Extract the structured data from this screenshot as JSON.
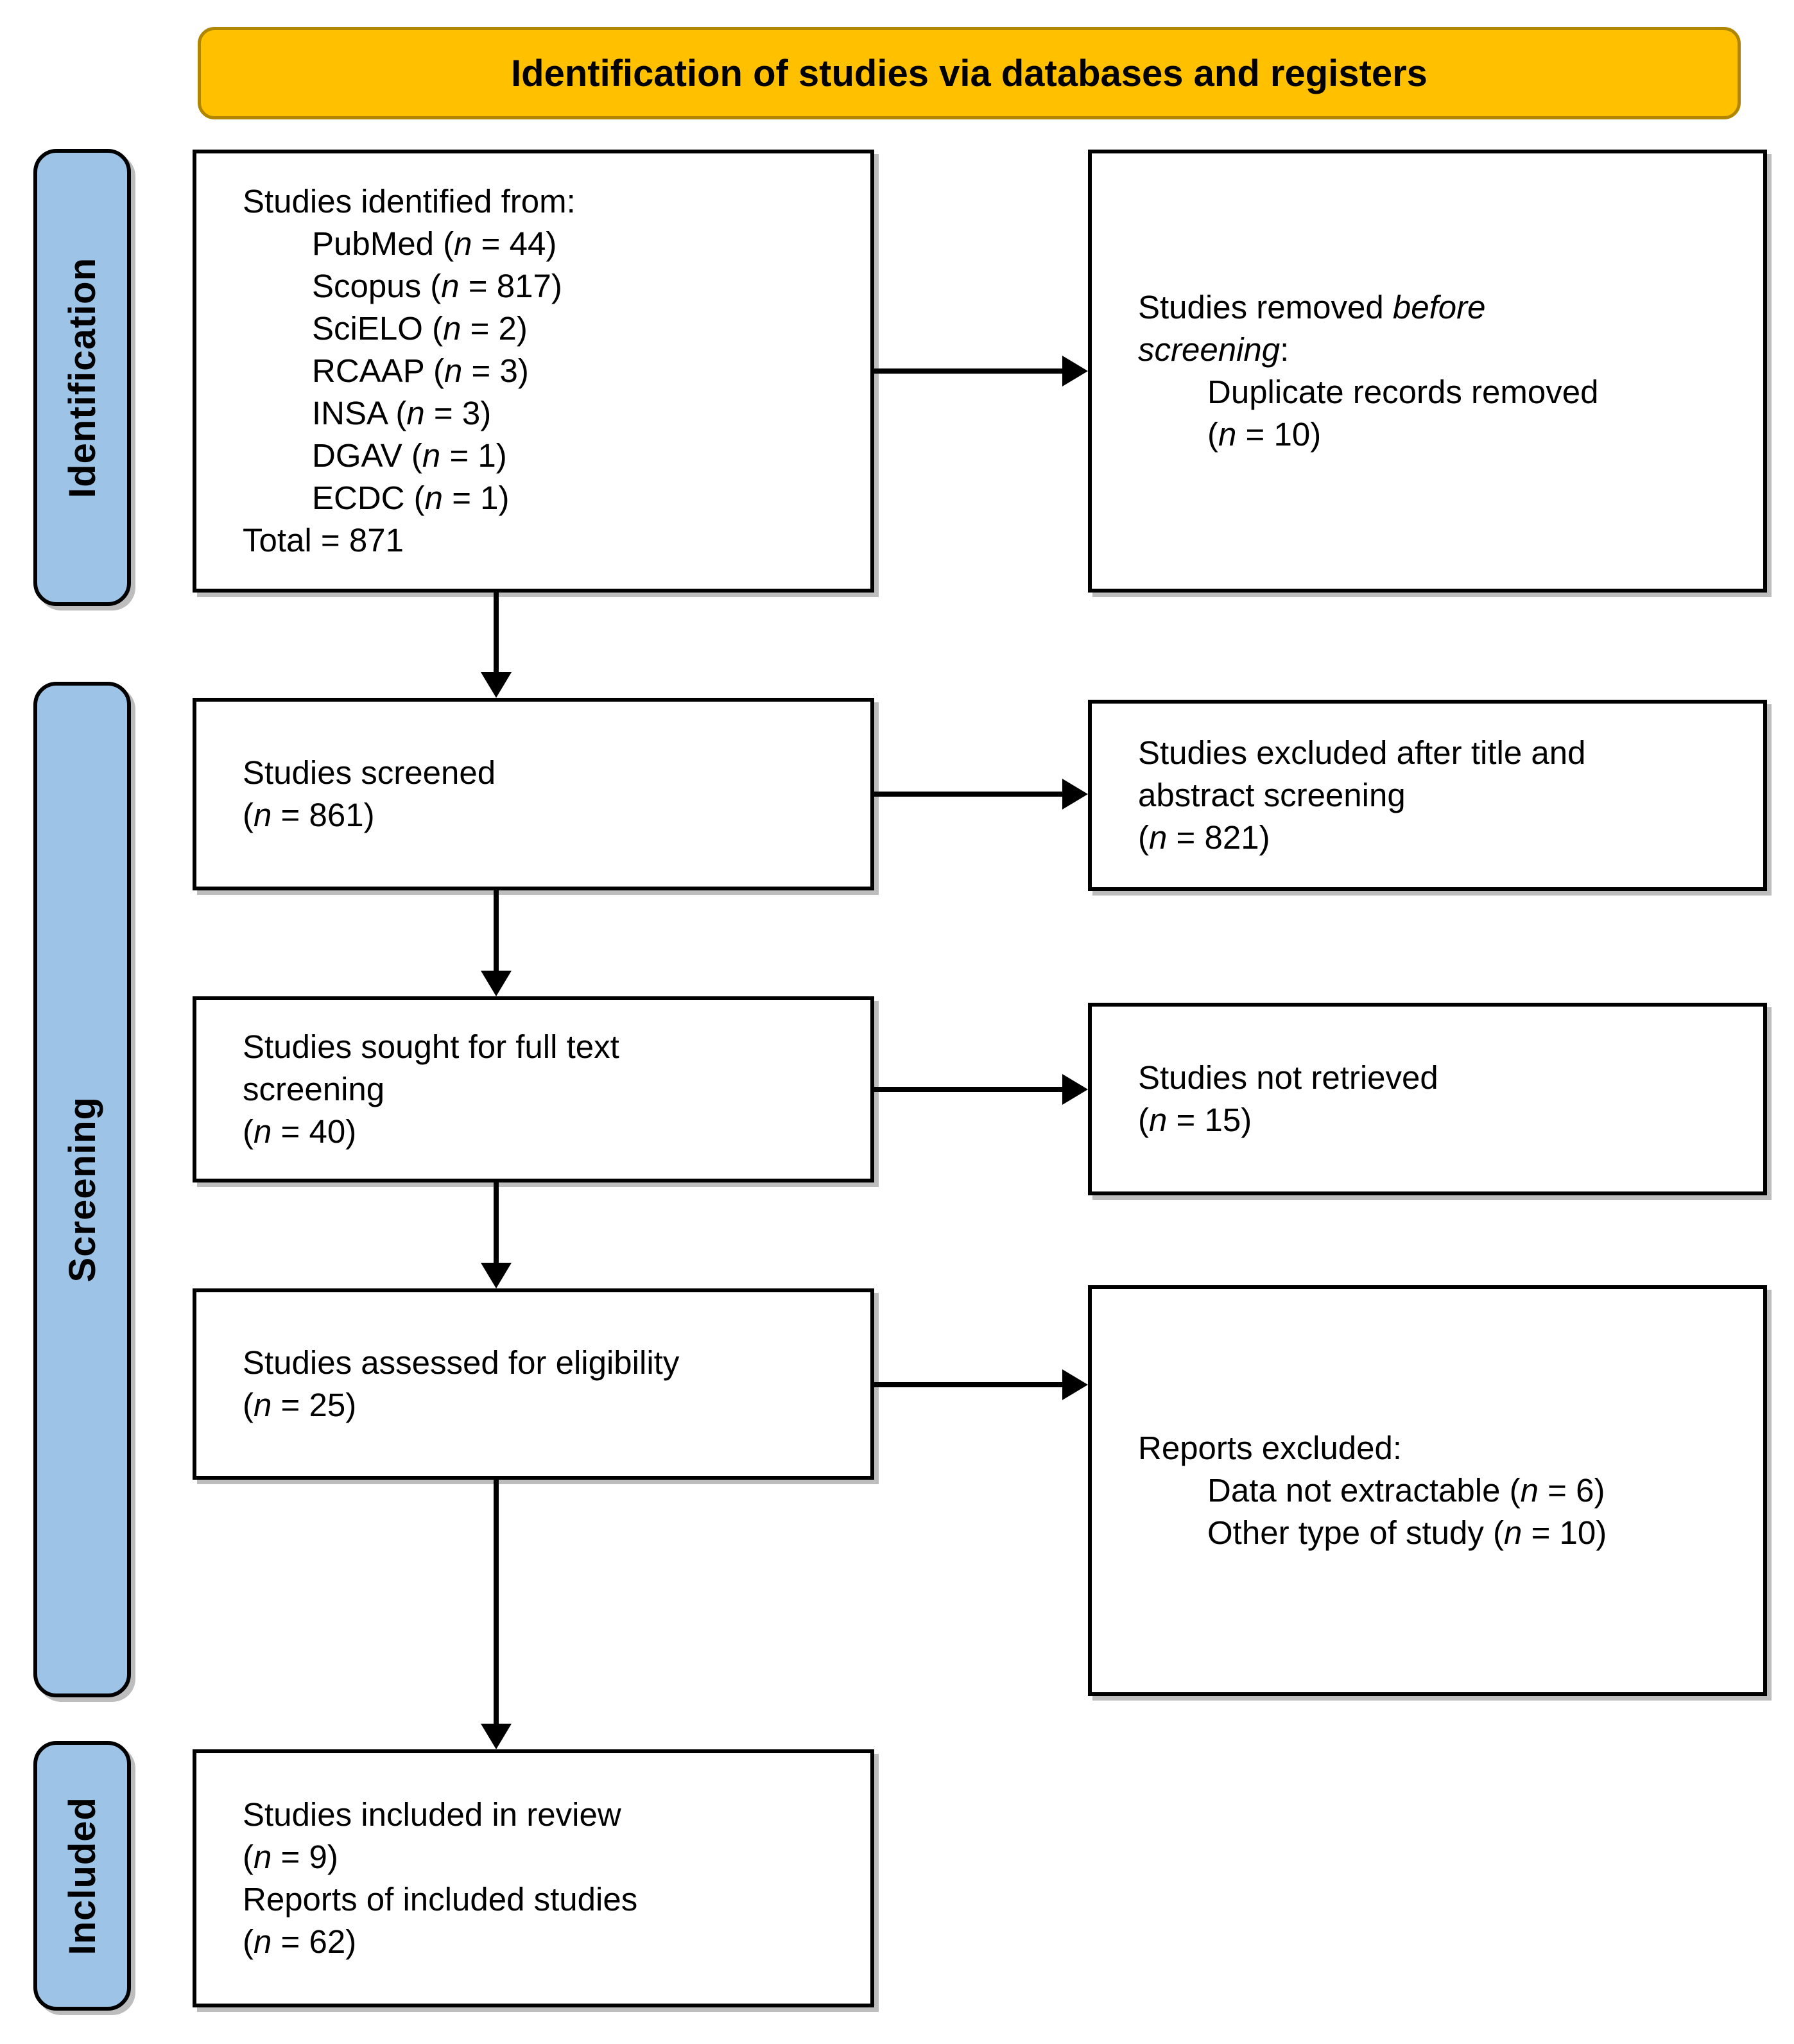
{
  "banner": {
    "title": "Identification of studies via databases and registers"
  },
  "stages": [
    {
      "id": "identification",
      "label": "Identification"
    },
    {
      "id": "screening",
      "label": "Screening"
    },
    {
      "id": "included",
      "label": "Included"
    }
  ],
  "colors": {
    "banner_fill": "#FFC000",
    "banner_border": "#B08600",
    "stage_fill": "#9DC3E6",
    "box_border": "#000000",
    "arrow": "#000000",
    "shadow": "#BDBDBD"
  },
  "boxes": {
    "identified": {
      "lines": [
        {
          "text": "Studies identified from:"
        },
        {
          "text": "PubMed (*n* = 44)",
          "indent": 1
        },
        {
          "text": "Scopus (*n* = 817)",
          "indent": 1
        },
        {
          "text": "SciELO (*n* = 2)",
          "indent": 1
        },
        {
          "text": "RCAAP (*n* = 3)",
          "indent": 1
        },
        {
          "text": "INSA (*n* = 3)",
          "indent": 1
        },
        {
          "text": "DGAV (*n* = 1)",
          "indent": 1
        },
        {
          "text": "ECDC (*n* = 1)",
          "indent": 1
        },
        {
          "text": "Total = 871"
        }
      ]
    },
    "removed_before_screening": {
      "lines": [
        {
          "text": "Studies removed *before*"
        },
        {
          "text": "*screening*:"
        },
        {
          "text": "Duplicate records removed",
          "indent": 1
        },
        {
          "text": "(*n* = 10)",
          "indent": 1
        }
      ]
    },
    "screened": {
      "lines": [
        {
          "text": "Studies screened"
        },
        {
          "text": "(*n* = 861)"
        }
      ]
    },
    "excluded_title_abstract": {
      "lines": [
        {
          "text": "Studies excluded after title and"
        },
        {
          "text": "abstract screening"
        },
        {
          "text": "(*n* = 821)"
        }
      ]
    },
    "sought_full_text": {
      "lines": [
        {
          "text": "Studies sought for full text"
        },
        {
          "text": "screening"
        },
        {
          "text": "(*n* = 40)"
        }
      ]
    },
    "not_retrieved": {
      "lines": [
        {
          "text": "Studies not retrieved"
        },
        {
          "text": "(*n* = 15)"
        }
      ]
    },
    "assessed_eligibility": {
      "lines": [
        {
          "text": "Studies assessed for eligibility"
        },
        {
          "text": "(*n* = 25)"
        }
      ]
    },
    "reports_excluded": {
      "lines": [
        {
          "text": "Reports excluded:"
        },
        {
          "text": "Data not extractable (*n* = 6)",
          "indent": 1
        },
        {
          "text": "Other type of study (*n* = 10)",
          "indent": 1
        }
      ]
    },
    "included_review": {
      "lines": [
        {
          "text": "Studies included in review"
        },
        {
          "text": "(*n* = 9)"
        },
        {
          "text": "Reports of included studies"
        },
        {
          "text": "(*n* = 62)"
        }
      ]
    }
  }
}
